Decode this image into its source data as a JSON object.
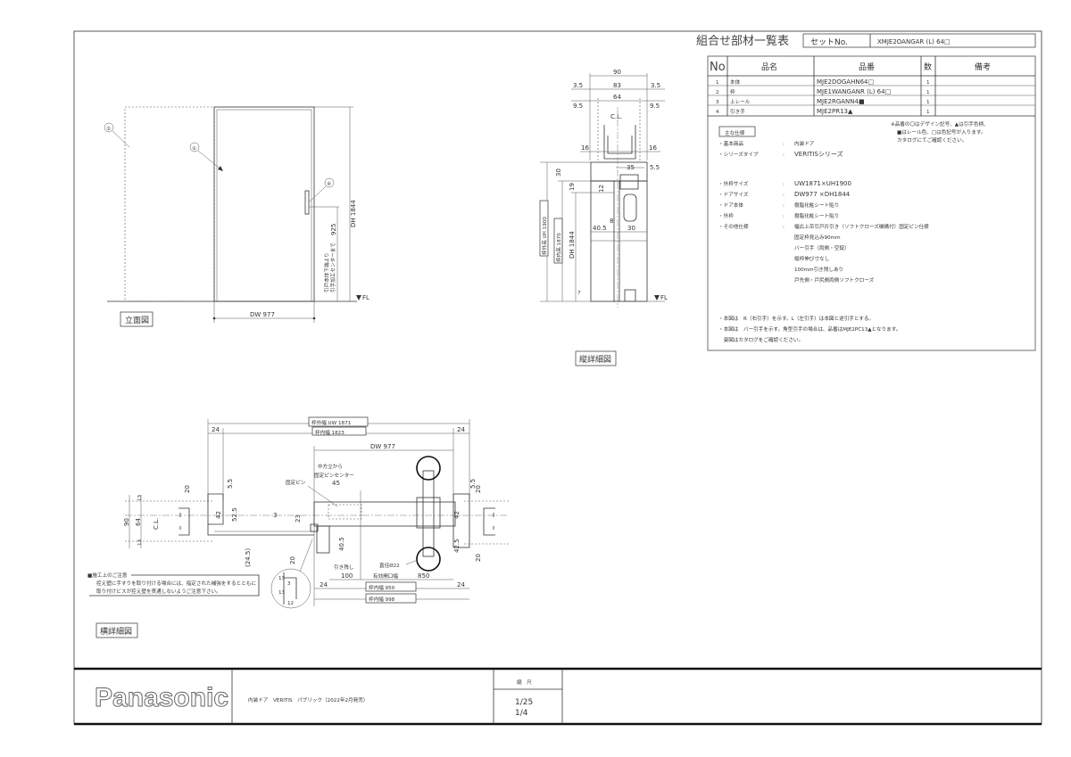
{
  "parts_list": {
    "heading": "組合せ部材一覧表",
    "set_no_label": "セットNo.",
    "set_no": "XMJE2OANGAR (L) 64□",
    "columns": [
      "No",
      "品名",
      "品番",
      "数",
      "備考"
    ],
    "rows": [
      {
        "no": "1",
        "name": "本体",
        "part": "MJE2DOGAHN64□",
        "qty": "1",
        "remarks": ""
      },
      {
        "no": "2",
        "name": "枠",
        "part": "MJE1WANGANR (L) 64□",
        "qty": "1",
        "remarks": ""
      },
      {
        "no": "3",
        "name": "上レール",
        "part": "MJE2RGANN4■",
        "qty": "1",
        "remarks": ""
      },
      {
        "no": "4",
        "name": "引き手",
        "part": "MJE2PR13▲",
        "qty": "1",
        "remarks": ""
      }
    ],
    "part_notes": [
      "※品番の〇はデザイン記号、▲は引手色柄、",
      "■はレール色、□は色記号が入ります。",
      "カタログにてご確認ください。"
    ],
    "main_spec_label": "主な仕様",
    "specs": [
      {
        "label": "・基本商品",
        "value": "内装ドア"
      },
      {
        "label": "・シリーズタイプ",
        "value": "VERITISシリーズ"
      },
      {
        "label": "・外枠サイズ",
        "value": "UW1871×UH1900"
      },
      {
        "label": "・ドアサイズ",
        "value": "DW977 ×DH1844"
      },
      {
        "label": "・ドア本体",
        "value": "樹脂化粧シート貼り"
      },
      {
        "label": "・外枠",
        "value": "樹脂化粧シート貼り"
      },
      {
        "label": "・その他仕様",
        "value": "幅広上吊引戸片引き（ソフトクローズ機構付）固定ピン仕様"
      }
    ],
    "colon": ":",
    "other_specs": [
      "固定枠見込み90mm",
      "バー引手（両側・空錠）",
      "縦枠伸び寸なし",
      "100mm引き残しあり",
      "戸先側・戸尻側両側ソフトクローズ"
    ],
    "remarks": [
      "・本図は　R（右引手）を示す。L（左引手）は本図と逆引手とする。",
      "・本図は　バー引手を示す。角型引手の場合は、品番はMJE2PC13▲となります。",
      "　姿図はカタログをご確認ください。"
    ]
  },
  "elevation": {
    "label": "立面図",
    "callouts": [
      "①",
      "②",
      "④"
    ],
    "dw": "DW 977",
    "dh": "DH 1844",
    "handle_height": "925",
    "handle_note": [
      "引戸本体下端より",
      "引手加工センターまで"
    ],
    "fl": "FL"
  },
  "vertical_section": {
    "label": "縦詳細図",
    "dims": [
      "90",
      "3.5",
      "83",
      "3.5",
      "9.5",
      "64",
      "9.5",
      "C.L.",
      "16",
      "16",
      "35",
      "5.5",
      "30",
      "19",
      "12",
      "8",
      "40.5",
      "30",
      "枠外高 UH 1900",
      "枠内高 1870",
      "DH 1844",
      "7",
      "FL"
    ]
  },
  "horizontal_section": {
    "label": "横詳細図",
    "dims": [
      "枠外幅 UW 1871",
      "枠内幅 1823",
      "24",
      "24",
      "DW 977",
      "中方立から",
      "固定ピンセンター",
      "45",
      "固定ピン",
      "20",
      "5.5",
      "42",
      "52.5",
      "13",
      "64",
      "90",
      "13",
      "C.L.",
      "3",
      "23",
      "40.5",
      "(24.5)",
      "20",
      "引き残し",
      "100",
      "直径Ø22",
      "有効開口幅",
      "850",
      "24",
      "枠内幅 950",
      "24",
      "枠内幅 998",
      "5.5",
      "42",
      "42.5",
      "20",
      "20",
      "13",
      "3",
      "13",
      "12"
    ]
  },
  "caution": {
    "title": "■施工上のご注意",
    "lines": [
      "控え壁に手すりを取り付ける場合には、指定された補強をするとともに",
      "取り付けビスが控え壁を貫通しないようご注意下さい。"
    ]
  },
  "title_block": {
    "logo": "Panasonic",
    "product": "内装ドア　VERITIS　パブリック（2022年2月発売）",
    "scale_label": "縮　尺",
    "scales": [
      "1/25",
      "1/4"
    ]
  }
}
